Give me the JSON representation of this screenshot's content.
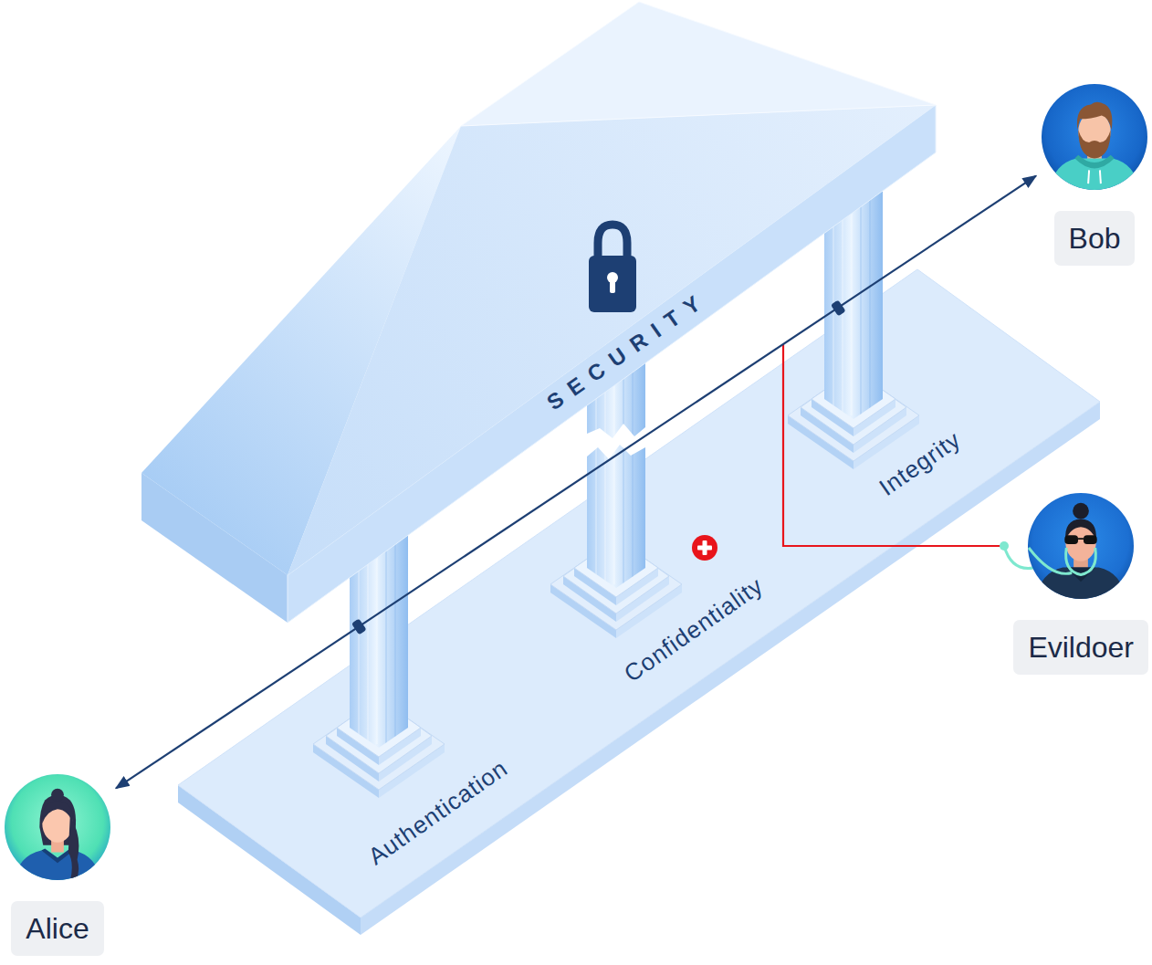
{
  "diagram": {
    "nodes": [
      {
        "text": [
          "Bob"
        ]
      },
      {
        "text": [
          "Evildoer"
        ]
      },
      {
        "text": [
          "Alice"
        ]
      }
    ],
    "edges": [
      {
        "from": 2,
        "to": 0,
        "arrow": "both"
      }
    ],
    "labels": [
      "SECURITY",
      "Integrity",
      "Confidentiality",
      "Authentication"
    ]
  }
}
